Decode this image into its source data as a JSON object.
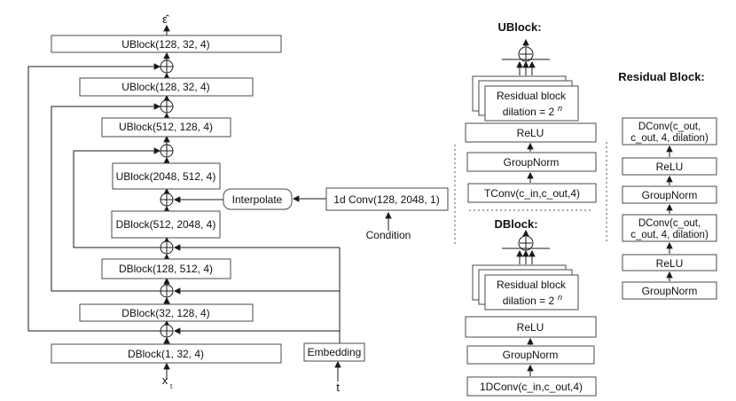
{
  "main": {
    "output_label": "ε̂",
    "blocks": [
      "UBlock(128, 32, 4)",
      "UBlock(128, 32, 4)",
      "UBlock(512, 128, 4)",
      "UBlock(2048, 512, 4)",
      "DBlock(512, 2048, 4)",
      "DBlock(128, 512, 4)",
      "DBlock(32, 128, 4)",
      "DBlock(1, 32, 4)"
    ],
    "interpolate": "Interpolate",
    "cond_conv": "1d Conv(128, 2048, 1)",
    "condition": "Condition",
    "embedding": "Embedding",
    "input_x": "x",
    "input_x_sub": "t",
    "input_t": "t"
  },
  "residual_stack": {
    "line1": "Residual block",
    "line2": "dilation =  2",
    "sup": "n"
  },
  "ublock_detail": {
    "title": "UBlock:",
    "relu": "ReLU",
    "groupnorm": "GroupNorm",
    "conv": "TConv(c_in,c_out,4)"
  },
  "dblock_detail": {
    "title": "DBlock:",
    "relu": "ReLU",
    "groupnorm": "GroupNorm",
    "conv": "1DConv(c_in,c_out,4)"
  },
  "residual_detail": {
    "title": "Residual Block:",
    "dconv_line1": "DConv(c_out,",
    "dconv_line2": "c_out, 4, dilation)",
    "relu": "ReLU",
    "groupnorm": "GroupNorm"
  }
}
